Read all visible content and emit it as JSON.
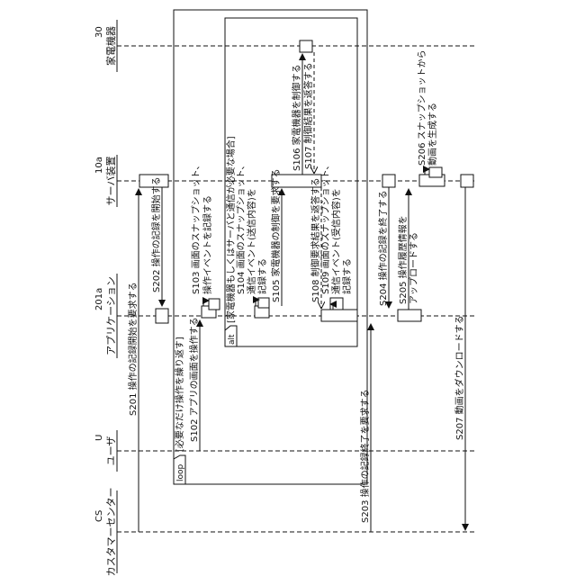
{
  "participants": [
    {
      "id": "cs",
      "name": "カスタマーセンター",
      "ref": "CS"
    },
    {
      "id": "u",
      "name": "ユーザ",
      "ref": "U"
    },
    {
      "id": "app",
      "name": "アプリケーション",
      "ref": "201a"
    },
    {
      "id": "srv",
      "name": "サーバ装置",
      "ref": "10a"
    },
    {
      "id": "dev",
      "name": "家電機器",
      "ref": "30"
    }
  ],
  "frames": {
    "loop": {
      "keyword": "loop",
      "guard": "[必要なだけ操作を繰り返す]"
    },
    "alt": {
      "keyword": "alt",
      "guard": "[家電機器もしくはサーバと通信が必要な場合]"
    }
  },
  "messages": [
    {
      "id": "s201",
      "text": "S201 操作の記録開始を要求する"
    },
    {
      "id": "s202",
      "text": "S202 操作の記録を開始する"
    },
    {
      "id": "s102",
      "text": "S102 アプリの画面を操作する"
    },
    {
      "id": "s103",
      "lines": [
        "S103 画面のスナップショット、",
        "操作イベントを記録する"
      ]
    },
    {
      "id": "s104",
      "lines": [
        "S104 画面のスナップショット、",
        "通信イベント(送信内容)を",
        "記録する"
      ]
    },
    {
      "id": "s105",
      "text": "S105 家電機器の制御を要求する"
    },
    {
      "id": "s106",
      "text": "S106 家電機器を制御する"
    },
    {
      "id": "s107",
      "text": "S107 制御結果を返答する"
    },
    {
      "id": "s108",
      "text": "S108 制御要求結果を返答する"
    },
    {
      "id": "s109",
      "lines": [
        "S109 画面のスナップショット、",
        "通信イベント(受信内容)を",
        "記録する"
      ]
    },
    {
      "id": "s203",
      "text": "S203 操作の記録終了を要求する"
    },
    {
      "id": "s204",
      "text": "S204 操作の記録を終了する"
    },
    {
      "id": "s205",
      "lines": [
        "S205 操作履歴情報を",
        "アップロードする"
      ]
    },
    {
      "id": "s206",
      "lines": [
        "S206 スナップショットから",
        "動画を生成する"
      ]
    },
    {
      "id": "s207",
      "text": "S207 動画をダウンロードする"
    }
  ]
}
